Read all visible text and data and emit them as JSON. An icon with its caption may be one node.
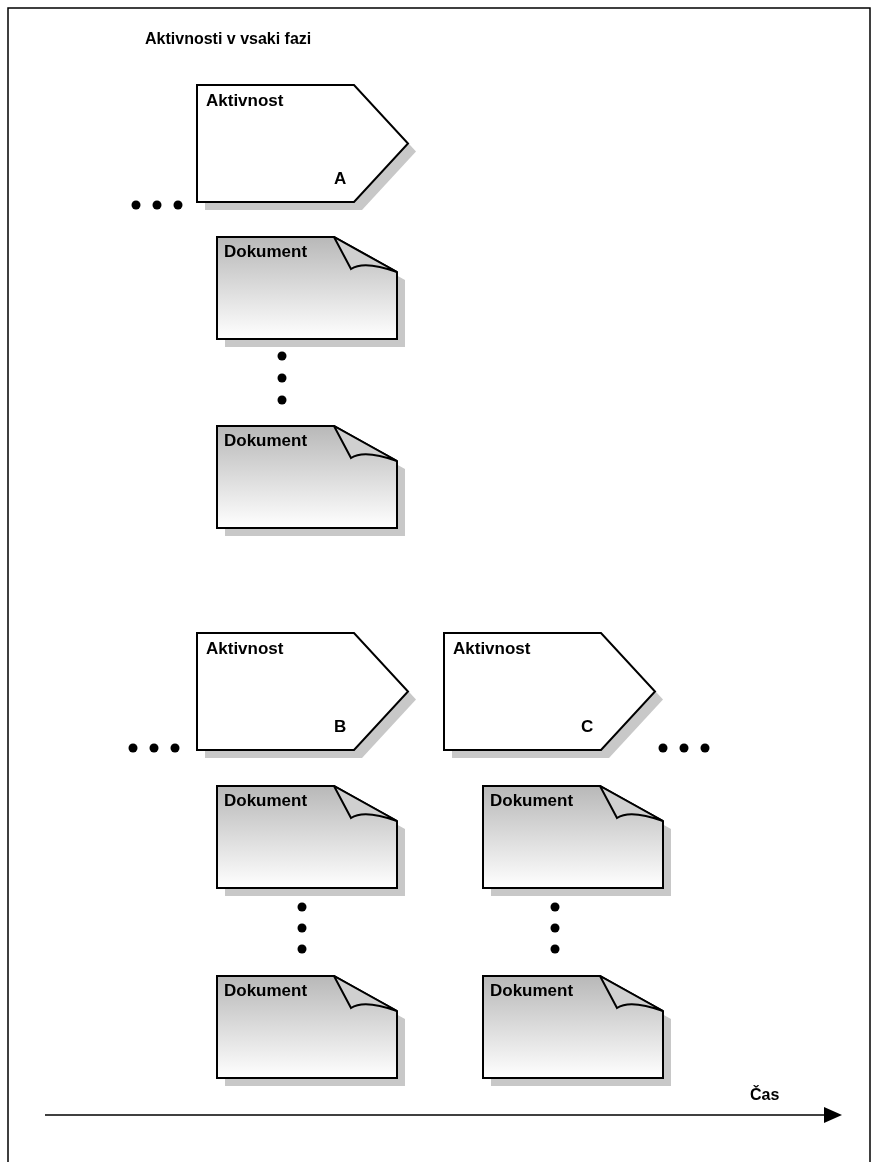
{
  "diagram": {
    "title": "Aktivnosti v vsaki fazi",
    "nodes": [
      {
        "text": [
          "Aktivnost",
          "A"
        ]
      },
      {
        "text": [
          "Dokument"
        ]
      },
      {
        "text": [
          "Dokument"
        ]
      },
      {
        "text": [
          "Aktivnost",
          "B"
        ]
      },
      {
        "text": [
          "Aktivnost",
          "C"
        ]
      },
      {
        "text": [
          "Dokument"
        ]
      },
      {
        "text": [
          "Dokument"
        ]
      },
      {
        "text": [
          "Dokument"
        ]
      },
      {
        "text": [
          "Dokument"
        ]
      }
    ],
    "edges": [],
    "labels": [
      "Čas"
    ]
  }
}
